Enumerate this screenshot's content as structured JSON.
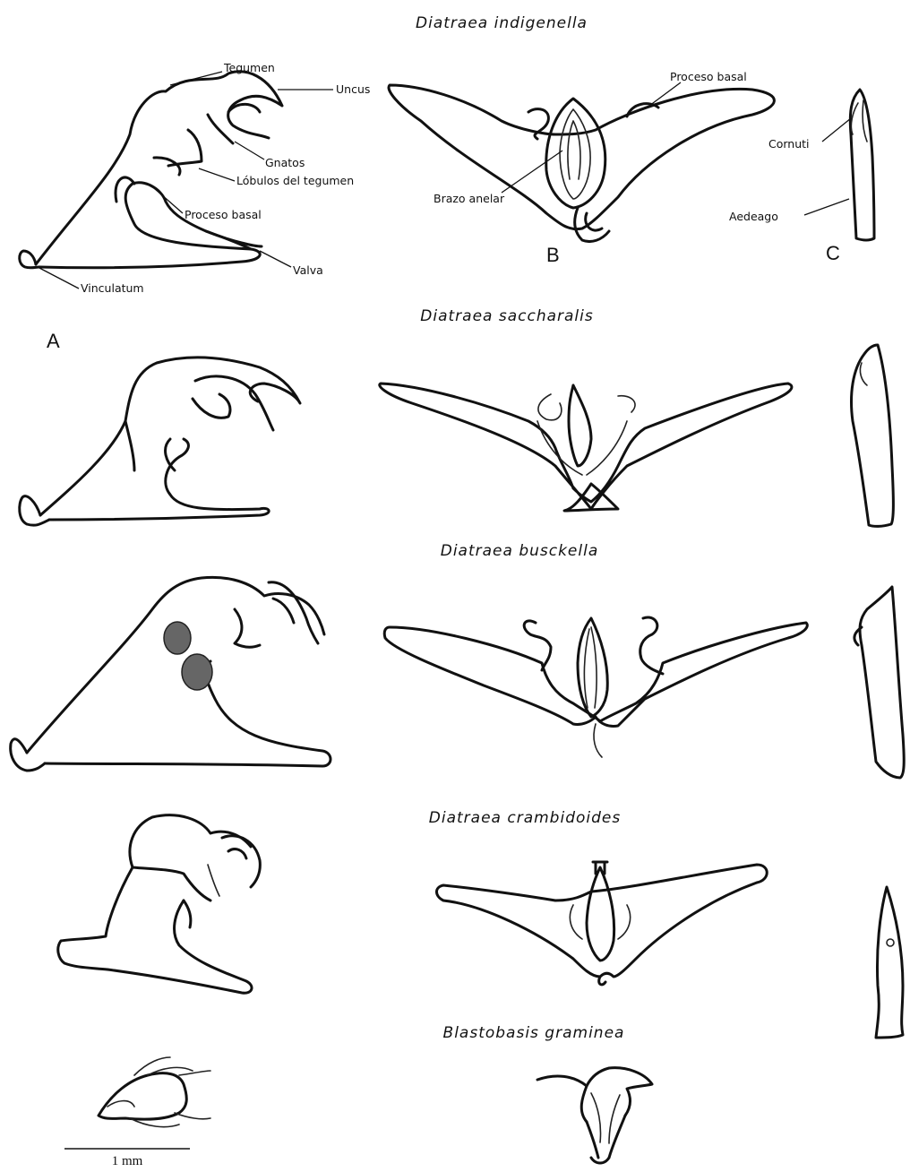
{
  "species": [
    {
      "name": "Diatraea indigenella"
    },
    {
      "name": "Diatraea saccharalis"
    },
    {
      "name": "Diatraea busckella"
    },
    {
      "name": "Diatraea crambidoides"
    },
    {
      "name": "Blastobasis graminea"
    }
  ],
  "panels": {
    "a": "A",
    "b": "B",
    "c": "C"
  },
  "labels": {
    "tegumen": "Tegumen",
    "uncus": "Uncus",
    "gnatos": "Gnatos",
    "lobulos": "Lóbulos del tegumen",
    "proceso_basal_a": "Proceso basal",
    "valva": "Valva",
    "vinculatum": "Vinculatum",
    "proceso_basal_b": "Proceso basal",
    "brazo_anelar": "Brazo anelar",
    "cornuti": "Cornuti",
    "aedeago": "Aedeago"
  },
  "scale_bar": {
    "label": "1 mm"
  }
}
